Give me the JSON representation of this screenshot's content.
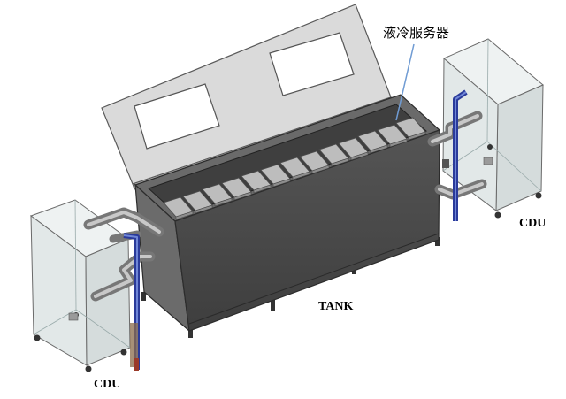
{
  "labels": {
    "server": "液冷服务器",
    "tank": "TANK",
    "cdu_right": "CDU",
    "cdu_left": "CDU"
  },
  "colors": {
    "tank_body": "#4b4b4b",
    "tank_top": "#5e5e5e",
    "lid": "#d9d9d9",
    "cabinet_glass": "#dfe5e5",
    "pipe_gray": "#8a8a8a",
    "pipe_blue": "#2a3a9a",
    "pointer": "#6f9bd3"
  },
  "components": {
    "tank_name": "TANK",
    "cdu_count": 2,
    "server_blade_count": 13
  }
}
